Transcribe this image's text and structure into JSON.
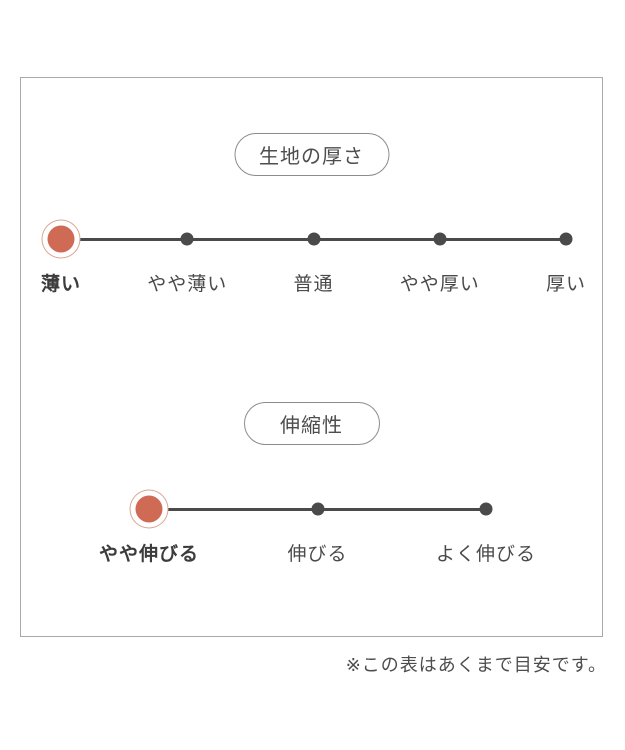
{
  "colors": {
    "accent": "#cf6a55",
    "accent_ring": "#d9a593",
    "track": "#4a4a4a",
    "border": "#a9a9a9"
  },
  "chart_data": [
    {
      "type": "scale",
      "title": "生地の厚さ",
      "categories": [
        "薄い",
        "やや薄い",
        "普通",
        "やや厚い",
        "厚い"
      ],
      "selected_index": 0,
      "selected_label": "薄い"
    },
    {
      "type": "scale",
      "title": "伸縮性",
      "categories": [
        "やや伸びる",
        "伸びる",
        "よく伸びる"
      ],
      "selected_index": 0,
      "selected_label": "やや伸びる"
    }
  ],
  "footnote": "※この表はあくまで目安です。"
}
